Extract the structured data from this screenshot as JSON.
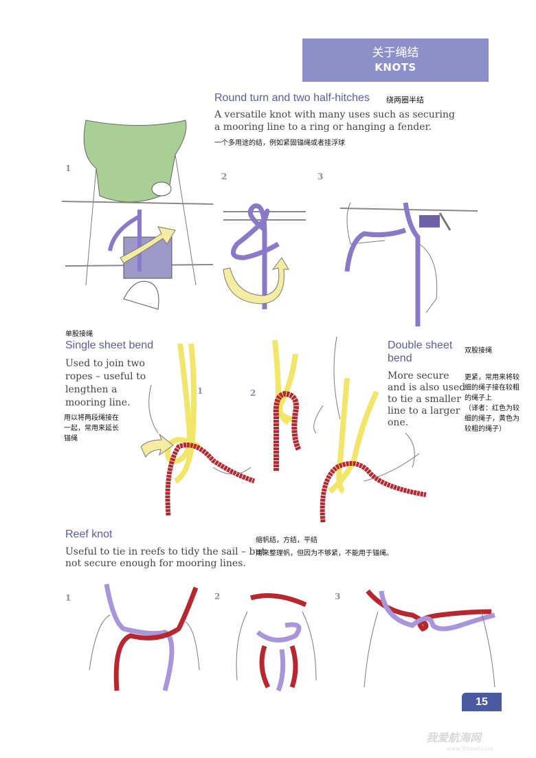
{
  "header": {
    "title_cn": "关于绳结",
    "title_en": "KNOTS"
  },
  "round_turn": {
    "title": "Round turn and two half-hitches",
    "title_cn": "绕两圈半结",
    "desc_line1": "A versatile knot with many uses such as securing",
    "desc_line2": "a mooring line to a ring or hanging a fender.",
    "desc_cn": "一个多用途的结，例如紧固锚绳或者挂浮球",
    "steps": [
      "1",
      "2",
      "3"
    ]
  },
  "single_sheet": {
    "label_cn": "单股接绳",
    "title": "Single sheet bend",
    "desc_lines": [
      "Used to join two",
      "ropes – useful to",
      "lengthen a",
      "mooring line."
    ],
    "desc_cn_lines": [
      "用以将两段绳接在",
      "一起，常用来延长",
      "锚绳"
    ],
    "steps": [
      "1",
      "2"
    ]
  },
  "double_sheet": {
    "title_line1": "Double sheet",
    "title_line2": "bend",
    "title_cn": "双股接绳",
    "desc_lines": [
      "More secure",
      "and is also used",
      "to tie a smaller",
      "line to a larger",
      "one."
    ],
    "desc_cn_lines": [
      "更紧，常用来将较",
      "细的绳子接在较粗",
      "的绳子上",
      "（译者：红色为较",
      "细的绳子，黄色为",
      "较粗的绳子）"
    ]
  },
  "reef_knot": {
    "title": "Reef knot",
    "title_cn": "缩帆结，方结，平结",
    "desc_line1": "Useful to tie in reefs to tidy the sail – but",
    "desc_line2": "not secure enough for mooring lines.",
    "desc_cn": "用来整理帆，但因为不够紧，不能用于锚绳。",
    "steps": [
      "1",
      "2",
      "3"
    ]
  },
  "page_number": "15",
  "watermark": "我爱航海网",
  "watermark_url": "www.5thsail.com",
  "colors": {
    "header_bg": "#8d8fc9",
    "heading": "#5a5aa0",
    "purple_rope": "#8a78c8",
    "yellow_rope": "#f2e66a",
    "red_rope": "#b8262e",
    "page_tab": "#4b5a9e"
  }
}
